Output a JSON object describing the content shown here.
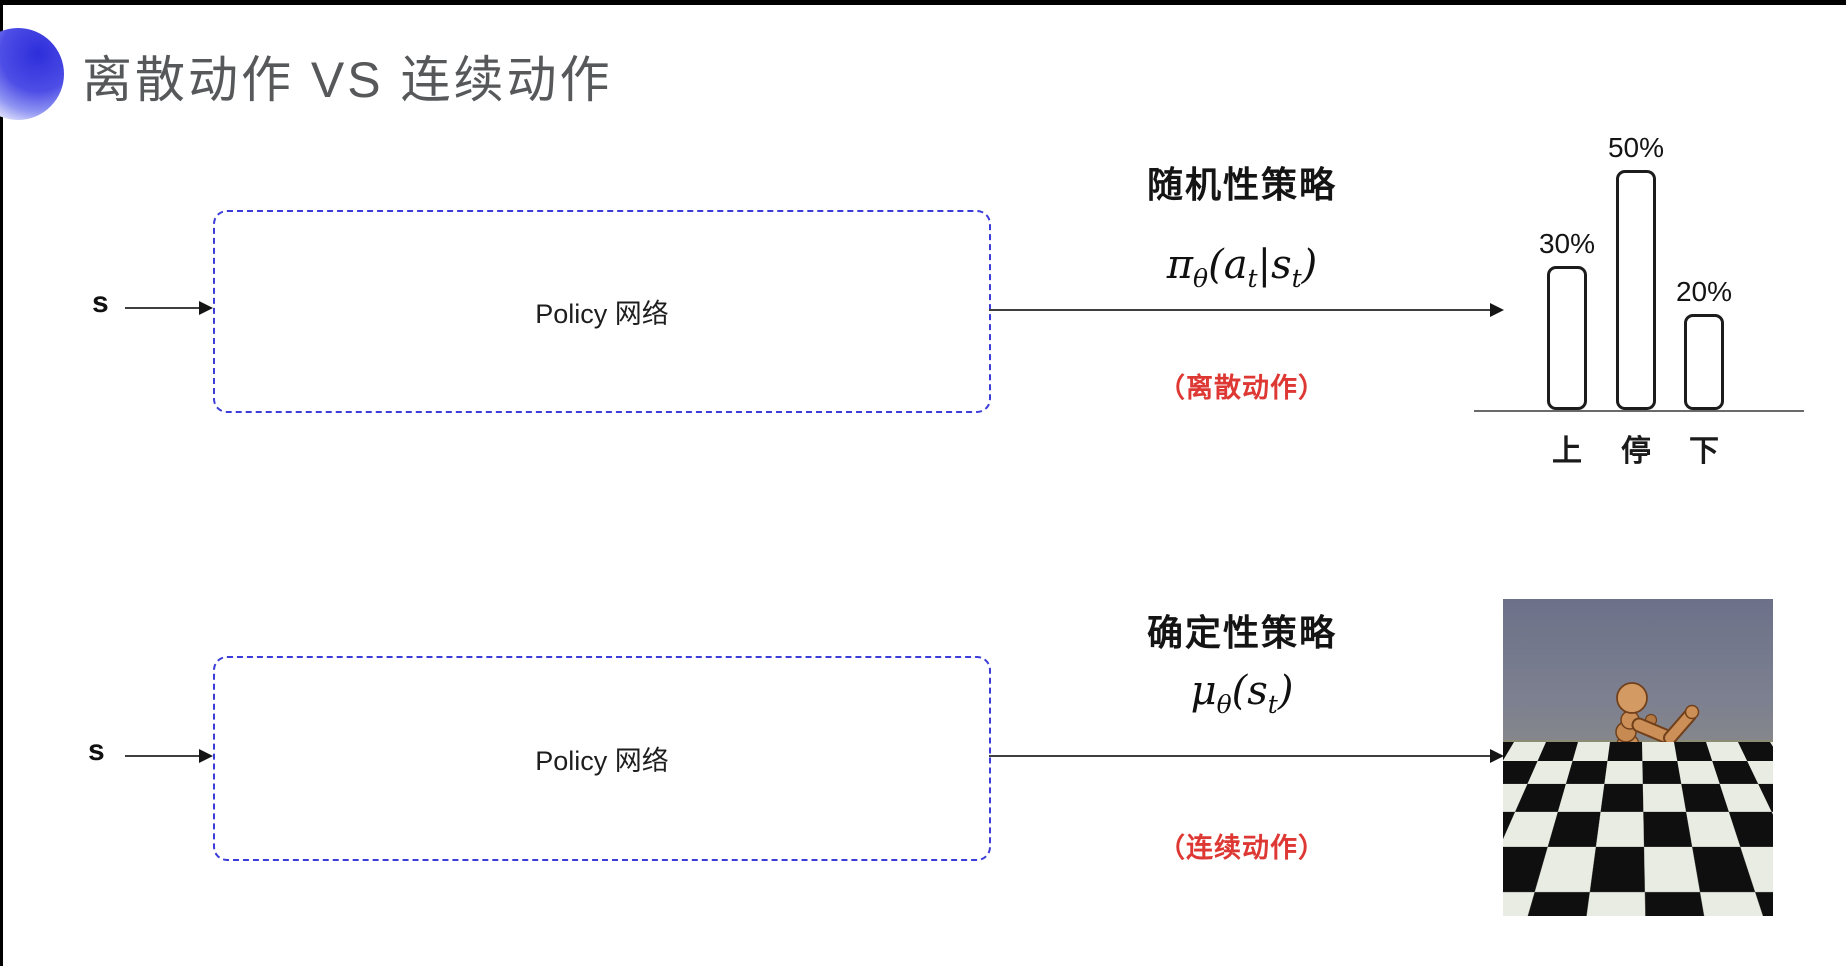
{
  "slide": {
    "title": "离散动作 VS 连续动作"
  },
  "rows": [
    {
      "id": "stochastic",
      "input_label": "s",
      "box_label": "Policy 网络",
      "policy_title": "随机性策略",
      "formula": {
        "sym": "π",
        "symsub": "θ",
        "p1": "(a",
        "sub1": "t",
        "p2": "|s",
        "sub2": "t",
        "p3": ")"
      },
      "action_note": "（离散动作）"
    },
    {
      "id": "deterministic",
      "input_label": "s",
      "box_label": "Policy 网络",
      "policy_title": "确定性策略",
      "formula": {
        "sym": "μ",
        "symsub": "θ",
        "p1": "(s",
        "sub1": "t",
        "p2": ")",
        "sub2": "",
        "p3": ""
      },
      "action_note": "（连续动作）"
    }
  ],
  "chart_data": {
    "type": "bar",
    "categories": [
      "上",
      "停",
      "下"
    ],
    "values": [
      30,
      50,
      20
    ],
    "value_labels": [
      "30%",
      "50%",
      "20%"
    ],
    "ylim": [
      0,
      50
    ],
    "axis_style": "baseline-only",
    "grid": false,
    "legend": false
  },
  "sim_image": {
    "alt": "仿真环境中的人形机器人在黑白棋盘格地面上奔跑"
  },
  "colors": {
    "accent_blue": "#3c3cd9",
    "note_red": "#de3834",
    "title_gray": "#57585a",
    "arrow_dark": "#151515",
    "sky_top": "#6c7189",
    "ground_olive": "#8b8c74",
    "tile_dark": "#0f0f0f",
    "tile_light": "#e8ece2",
    "robot_body": "#cb8f57"
  }
}
